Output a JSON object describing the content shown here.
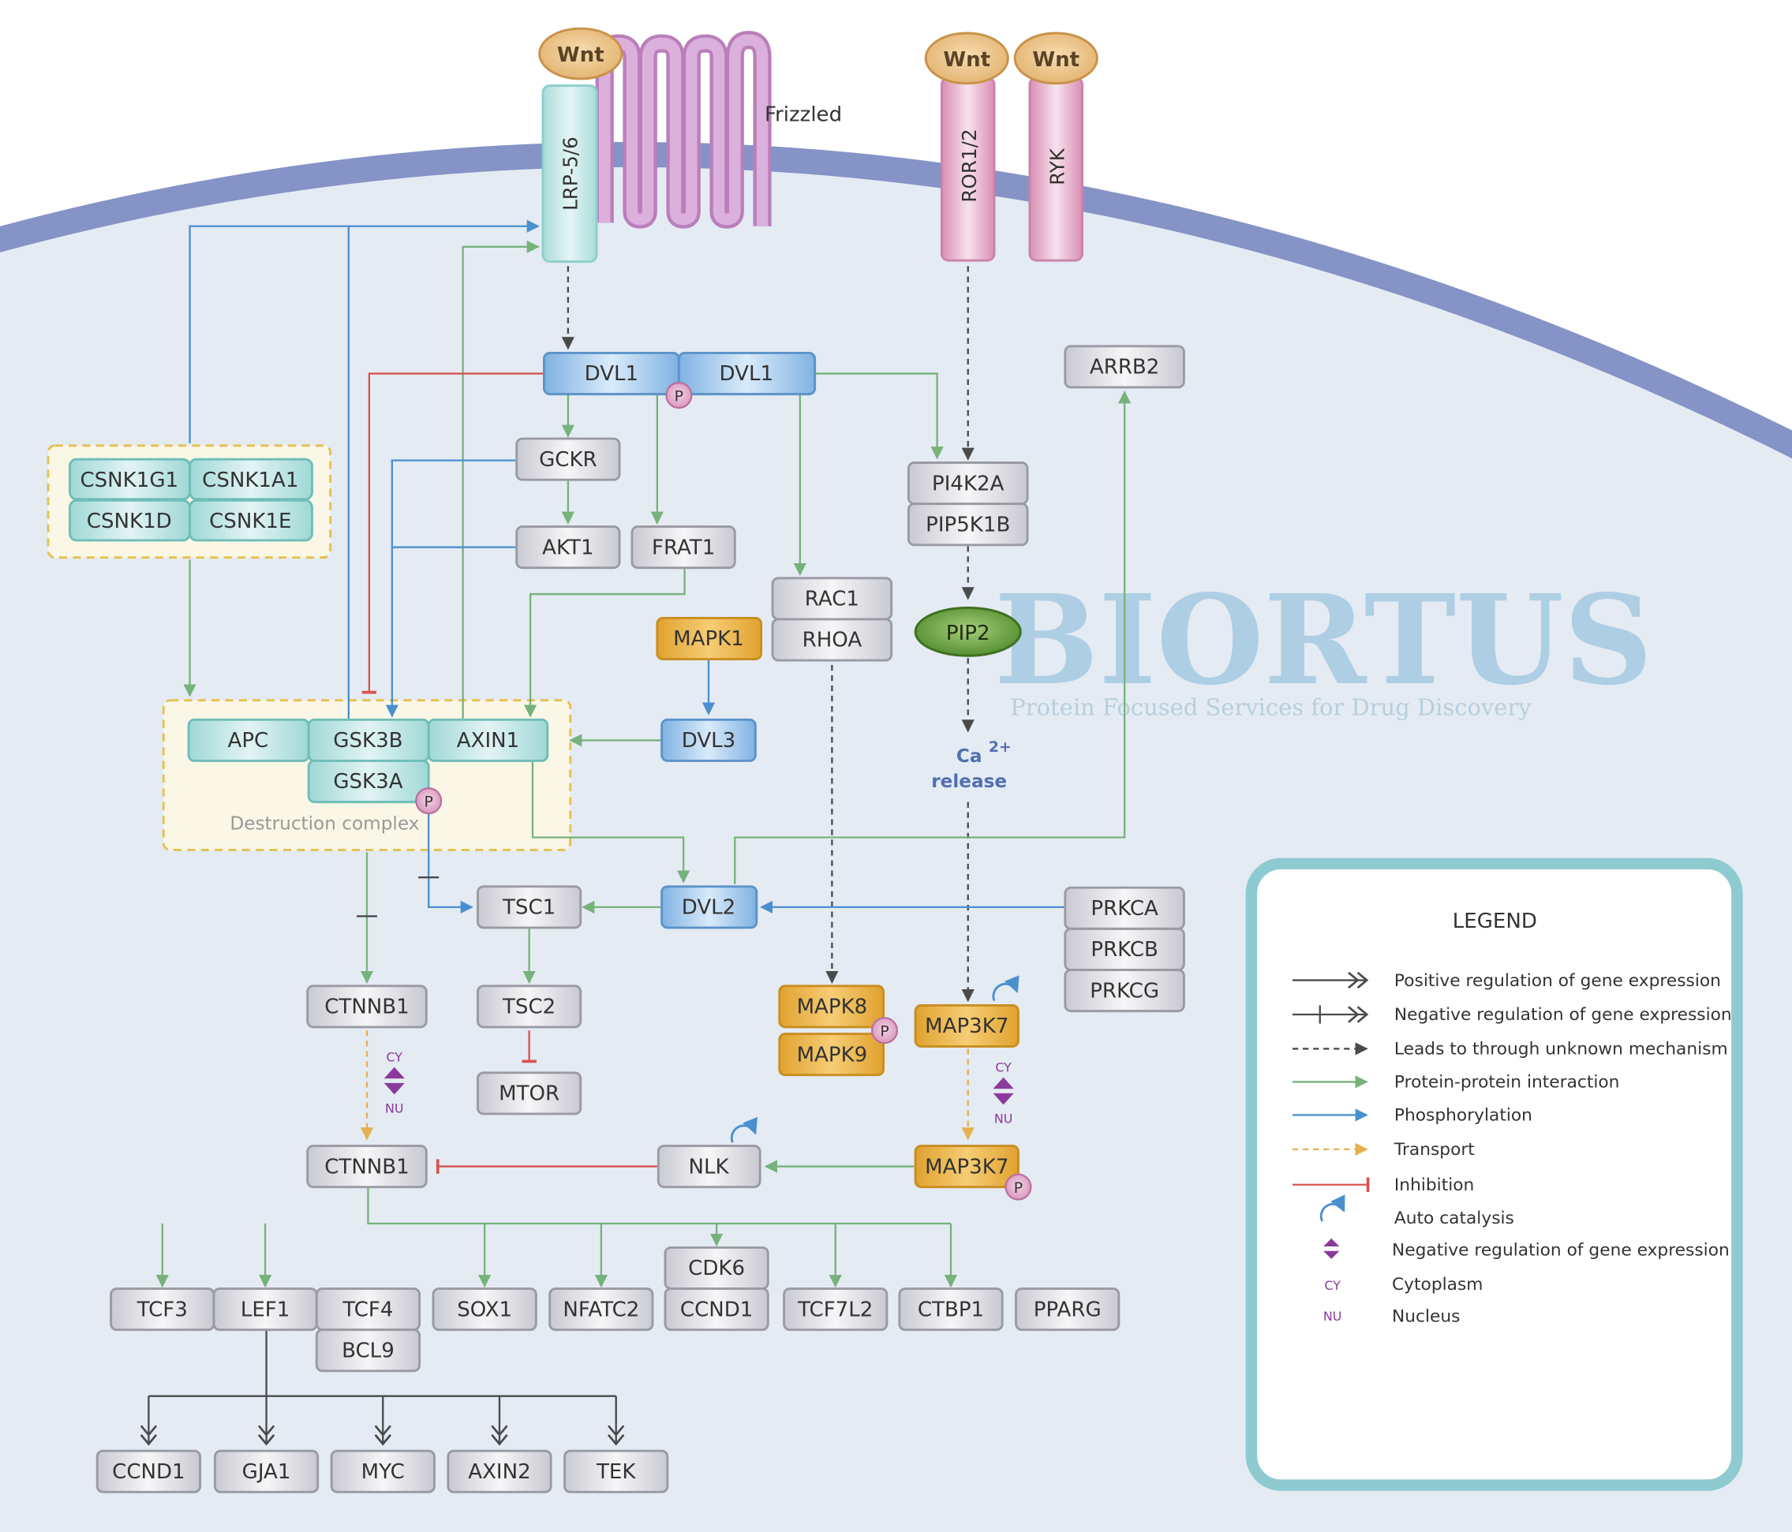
{
  "colors": {
    "positive": "#4a4a4a",
    "ppi": "#77b27b",
    "phospho": "#4a90d0",
    "transport": "#e6b04f",
    "inhibition": "#d9534f",
    "catalysis": "#4a90d0",
    "cynu": "#8b3a9c",
    "membrane": "#8593c6",
    "cytoplasm": "#e4ebf3",
    "legend_border": "#8ecbd0"
  },
  "receptors": {
    "wnt": "Wnt",
    "lrp": "LRP-5/6",
    "frizzled": "Frizzled",
    "ror": "ROR1/2",
    "ryk": "RYK"
  },
  "nodes": {
    "dvl1_a": "DVL1",
    "dvl1_b": "DVL1",
    "gckr": "GCKR",
    "akt1": "AKT1",
    "frat1": "FRAT1",
    "rac1": "RAC1",
    "rhoa": "RHOA",
    "mapk1": "MAPK1",
    "dvl3": "DVL3",
    "pi4k2a": "PI4K2A",
    "pip5k1b": "PIP5K1B",
    "pip2": "PIP2",
    "ca": "Ca",
    "ca_sup": "2+",
    "ca_release": "release",
    "arrb2": "ARRB2",
    "csnk1g1": "CSNK1G1",
    "csnk1a1": "CSNK1A1",
    "csnk1d": "CSNK1D",
    "csnk1e": "CSNK1E",
    "apc": "APC",
    "gsk3b": "GSK3B",
    "axin1": "AXIN1",
    "gsk3a": "GSK3A",
    "destruction_complex": "Destruction complex",
    "tsc1": "TSC1",
    "dvl2": "DVL2",
    "prkca": "PRKCA",
    "prkcb": "PRKCB",
    "prkcg": "PRKCG",
    "ctnnb1_cy": "CTNNB1",
    "tsc2": "TSC2",
    "mtor": "MTOR",
    "mapk8": "MAPK8",
    "mapk9": "MAPK9",
    "map3k7_a": "MAP3K7",
    "map3k7_b": "MAP3K7",
    "ctnnb1_nu": "CTNNB1",
    "nlk": "NLK",
    "tcf3": "TCF3",
    "lef1": "LEF1",
    "tcf4": "TCF4",
    "bcl9": "BCL9",
    "sox1": "SOX1",
    "nfatc2": "NFATC2",
    "cdk6": "CDK6",
    "ccnd1_a": "CCND1",
    "tcf7l2": "TCF7L2",
    "ctbp1": "CTBP1",
    "pparg": "PPARG",
    "ccnd1_b": "CCND1",
    "gja1": "GJA1",
    "myc": "MYC",
    "axin2": "AXIN2",
    "tek": "TEK",
    "p": "P",
    "cy": "CY",
    "nu": "NU"
  },
  "watermark": {
    "brand": "BIORTUS",
    "tagline": "Protein Focused Services for Drug Discovery"
  },
  "legend": {
    "title": "LEGEND",
    "items": [
      "Positive regulation of gene expression",
      "Negative regulation of gene expression",
      "Leads to through unknown mechanism",
      "Protein-protein interaction",
      "Phosphorylation",
      "Transport",
      "Inhibition",
      "Auto catalysis",
      "Negative regulation of gene expression",
      "Cytoplasm",
      "Nucleus"
    ],
    "cy": "CY",
    "nu": "NU"
  }
}
